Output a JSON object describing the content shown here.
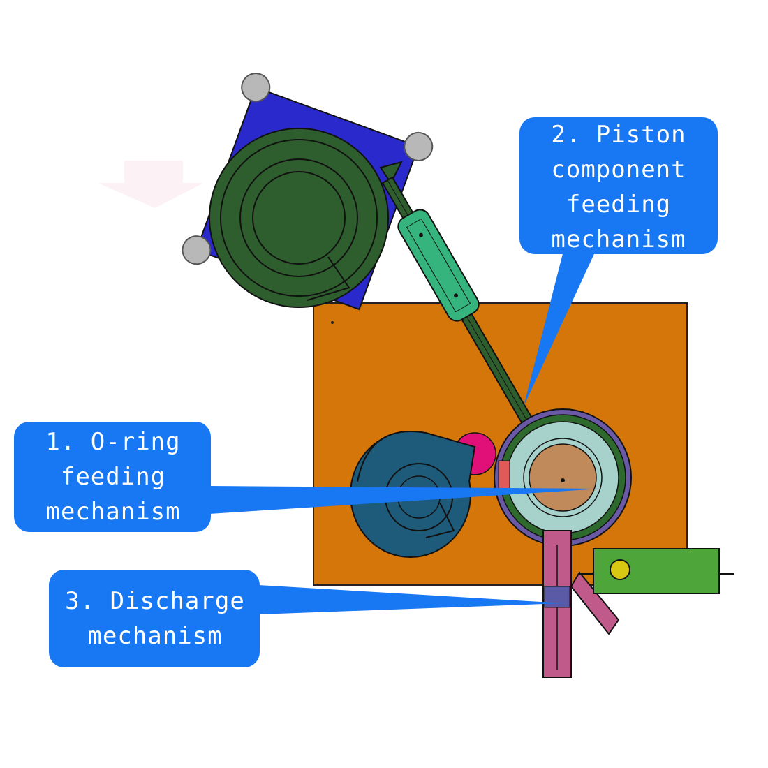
{
  "callouts": [
    {
      "id": "oring",
      "lines": [
        "1. O-ring",
        "feeding",
        "mechanism"
      ]
    },
    {
      "id": "piston",
      "lines": [
        "2. Piston",
        "component",
        "feeding",
        "mechanism"
      ]
    },
    {
      "id": "discharge",
      "lines": [
        "3. Discharge",
        "mechanism"
      ]
    }
  ],
  "colors": {
    "callout": "#1877f2",
    "base_plate": "#d4760a",
    "left_bowl_frame": "#2a2acc",
    "left_bowl": "#2e5e2e",
    "oring_bowl": "#1e5a7a",
    "turntable_rim": "#a7d1cb",
    "turntable_center": "#c08a5a",
    "discharge_chute": "#c05a8a",
    "cylinder": "#4ea53a",
    "rail_clamp": "#36b47e",
    "magenta_part": "#e01078"
  }
}
